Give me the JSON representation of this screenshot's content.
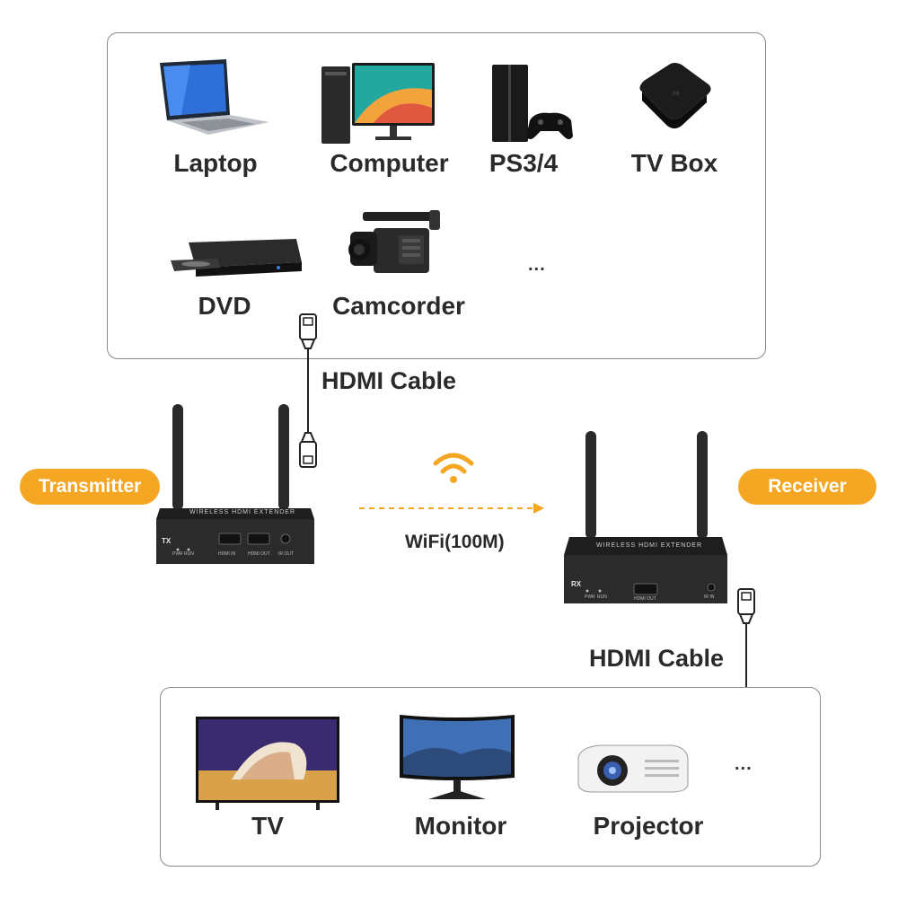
{
  "sources": {
    "items": [
      {
        "label": "Laptop",
        "icon": "laptop-icon"
      },
      {
        "label": "Computer",
        "icon": "computer-icon"
      },
      {
        "label": "PS3/4",
        "icon": "playstation-icon"
      },
      {
        "label": "TV Box",
        "icon": "tv-box-icon"
      },
      {
        "label": "DVD",
        "icon": "dvd-player-icon"
      },
      {
        "label": "Camcorder",
        "icon": "camcorder-icon"
      }
    ],
    "more": "..."
  },
  "top_cable": {
    "label": "HDMI Cable"
  },
  "transmitter": {
    "badge": "Transmitter",
    "device_title": "WIRELESS HDMI EXTENDER",
    "model": "TX",
    "led_labels": [
      "PWR",
      "RUN"
    ],
    "ports": [
      "HDMI IN",
      "HDMI OUT",
      "IR OUT"
    ]
  },
  "link": {
    "label": "WiFi(100M)"
  },
  "receiver": {
    "badge": "Receiver",
    "device_title": "WIRELESS HDMI EXTENDER",
    "model": "RX",
    "led_labels": [
      "PWR",
      "RUN"
    ],
    "ports": [
      "HDMI OUT",
      "IR IN"
    ]
  },
  "bottom_cable": {
    "label": "HDMI Cable"
  },
  "displays": {
    "items": [
      {
        "label": "TV",
        "icon": "tv-icon"
      },
      {
        "label": "Monitor",
        "icon": "monitor-icon"
      },
      {
        "label": "Projector",
        "icon": "projector-icon"
      }
    ],
    "more": "..."
  },
  "colors": {
    "accent": "#f5a623",
    "device": "#2b2b2b",
    "border": "#8a8a8a"
  }
}
